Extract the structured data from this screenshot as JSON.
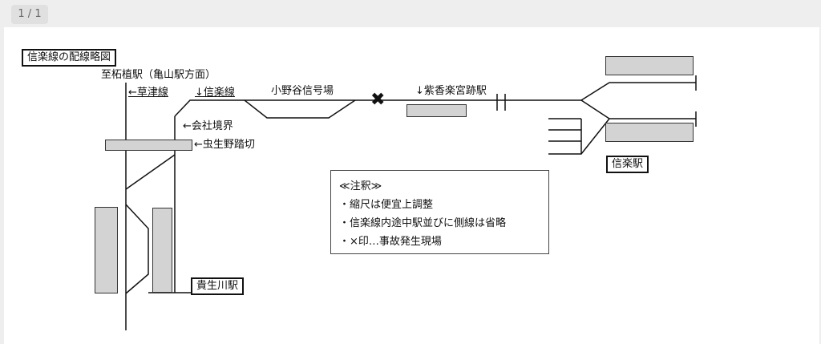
{
  "viewer": {
    "page_indicator": "1 / 1"
  },
  "diagram": {
    "title": "信楽線の配線略図",
    "labels": {
      "to_tsuge": "至柘植駅（亀山駅方面）",
      "kusatsu_line": "←草津線",
      "shigaraki_line": "↓信楽線",
      "onodani": "小野谷信号場",
      "shikoraku": "↓紫香楽宮跡駅",
      "company_border": "←会社境界",
      "mushu_crossing": "←虫生野踏切",
      "kibukawa": "貴生川駅",
      "shigaraki": "信楽駅",
      "accident_mark": "✖"
    }
  },
  "notes": {
    "heading": "≪注釈≫",
    "items": [
      "・縮尺は便宜上調整",
      "・信楽線内途中駅並びに側線は省略",
      "・×印…事故発生現場"
    ]
  }
}
